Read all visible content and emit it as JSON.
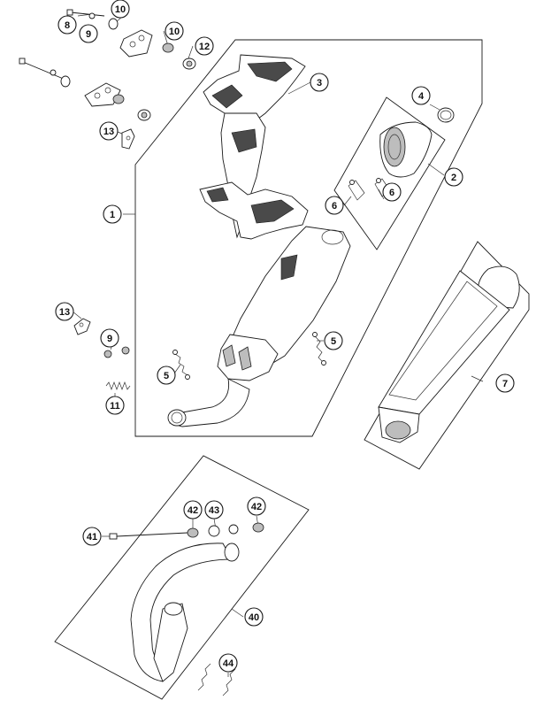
{
  "callouts": {
    "c1": "1",
    "c2": "2",
    "c3": "3",
    "c4": "4",
    "c5a": "5",
    "c5b": "5",
    "c6a": "6",
    "c6b": "6",
    "c7": "7",
    "c8": "8",
    "c9a": "9",
    "c9b": "9",
    "c10a": "10",
    "c10b": "10",
    "c11": "11",
    "c12": "12",
    "c13a": "13",
    "c13b": "13",
    "c40": "40",
    "c41": "41",
    "c42a": "42",
    "c42b": "42",
    "c43": "43",
    "c44": "44"
  },
  "colors": {
    "line": "#1a1a1a",
    "shade": "#bdbdbd",
    "dark": "#4a4a4a",
    "background": "#ffffff"
  }
}
